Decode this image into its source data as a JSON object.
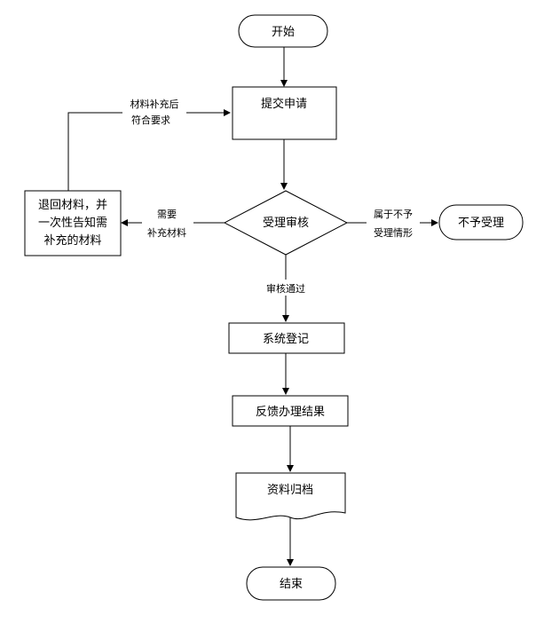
{
  "nodes": {
    "start": {
      "text": [
        "开始"
      ]
    },
    "submit": {
      "text": [
        "提交申请"
      ]
    },
    "review": {
      "text": [
        "受理审核"
      ]
    },
    "reject": {
      "text": [
        "不予受理"
      ]
    },
    "return_materials": {
      "text": [
        "退回材料，并",
        "一次性告知需",
        "补充的材料"
      ]
    },
    "register": {
      "text": [
        "系统登记"
      ]
    },
    "feedback": {
      "text": [
        "反馈办理结果"
      ]
    },
    "archive": {
      "text": [
        "资料归档"
      ]
    },
    "end": {
      "text": [
        "结束"
      ]
    }
  },
  "edge_labels": {
    "resubmit": [
      "材料补充后",
      "符合要求"
    ],
    "need_more": [
      "需要",
      "补充材料"
    ],
    "not_accepted": [
      "属于不予",
      "受理情形"
    ],
    "approved": [
      "审核通过"
    ]
  }
}
